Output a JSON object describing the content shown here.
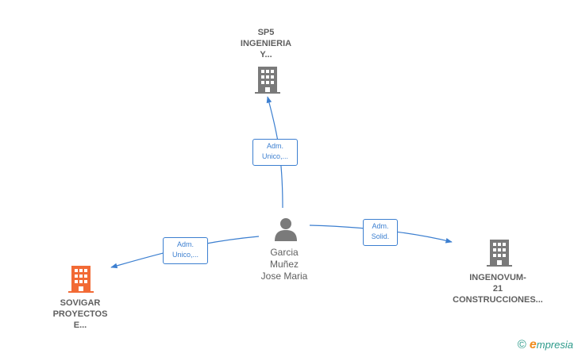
{
  "nodes": {
    "top": {
      "lines": [
        "SP5",
        "INGENIERIA",
        "Y..."
      ]
    },
    "left": {
      "lines": [
        "SOVIGAR",
        "PROYECTOS",
        "E..."
      ]
    },
    "right": {
      "lines": [
        "INGENOVUM-",
        "21",
        "CONSTRUCCIONES..."
      ]
    },
    "center": {
      "lines": [
        "Garcia",
        "Muñez",
        "Jose Maria"
      ]
    }
  },
  "edges": {
    "top": {
      "lines": [
        "Adm.",
        "Unico,..."
      ]
    },
    "left": {
      "lines": [
        "Adm.",
        "Unico,..."
      ]
    },
    "right": {
      "lines": [
        "Adm.",
        "Solid."
      ]
    }
  },
  "colors": {
    "edge": "#3c7fd0",
    "company_icon": "#7a7a7a",
    "highlight_icon": "#f26a35",
    "person_icon": "#7a7a7a"
  },
  "icons": {
    "company": "building-icon",
    "person": "person-icon",
    "copyright": "copyright-icon"
  },
  "brand": {
    "copyright": "©",
    "logo_initial": "e",
    "logo_rest": "mpresia"
  }
}
